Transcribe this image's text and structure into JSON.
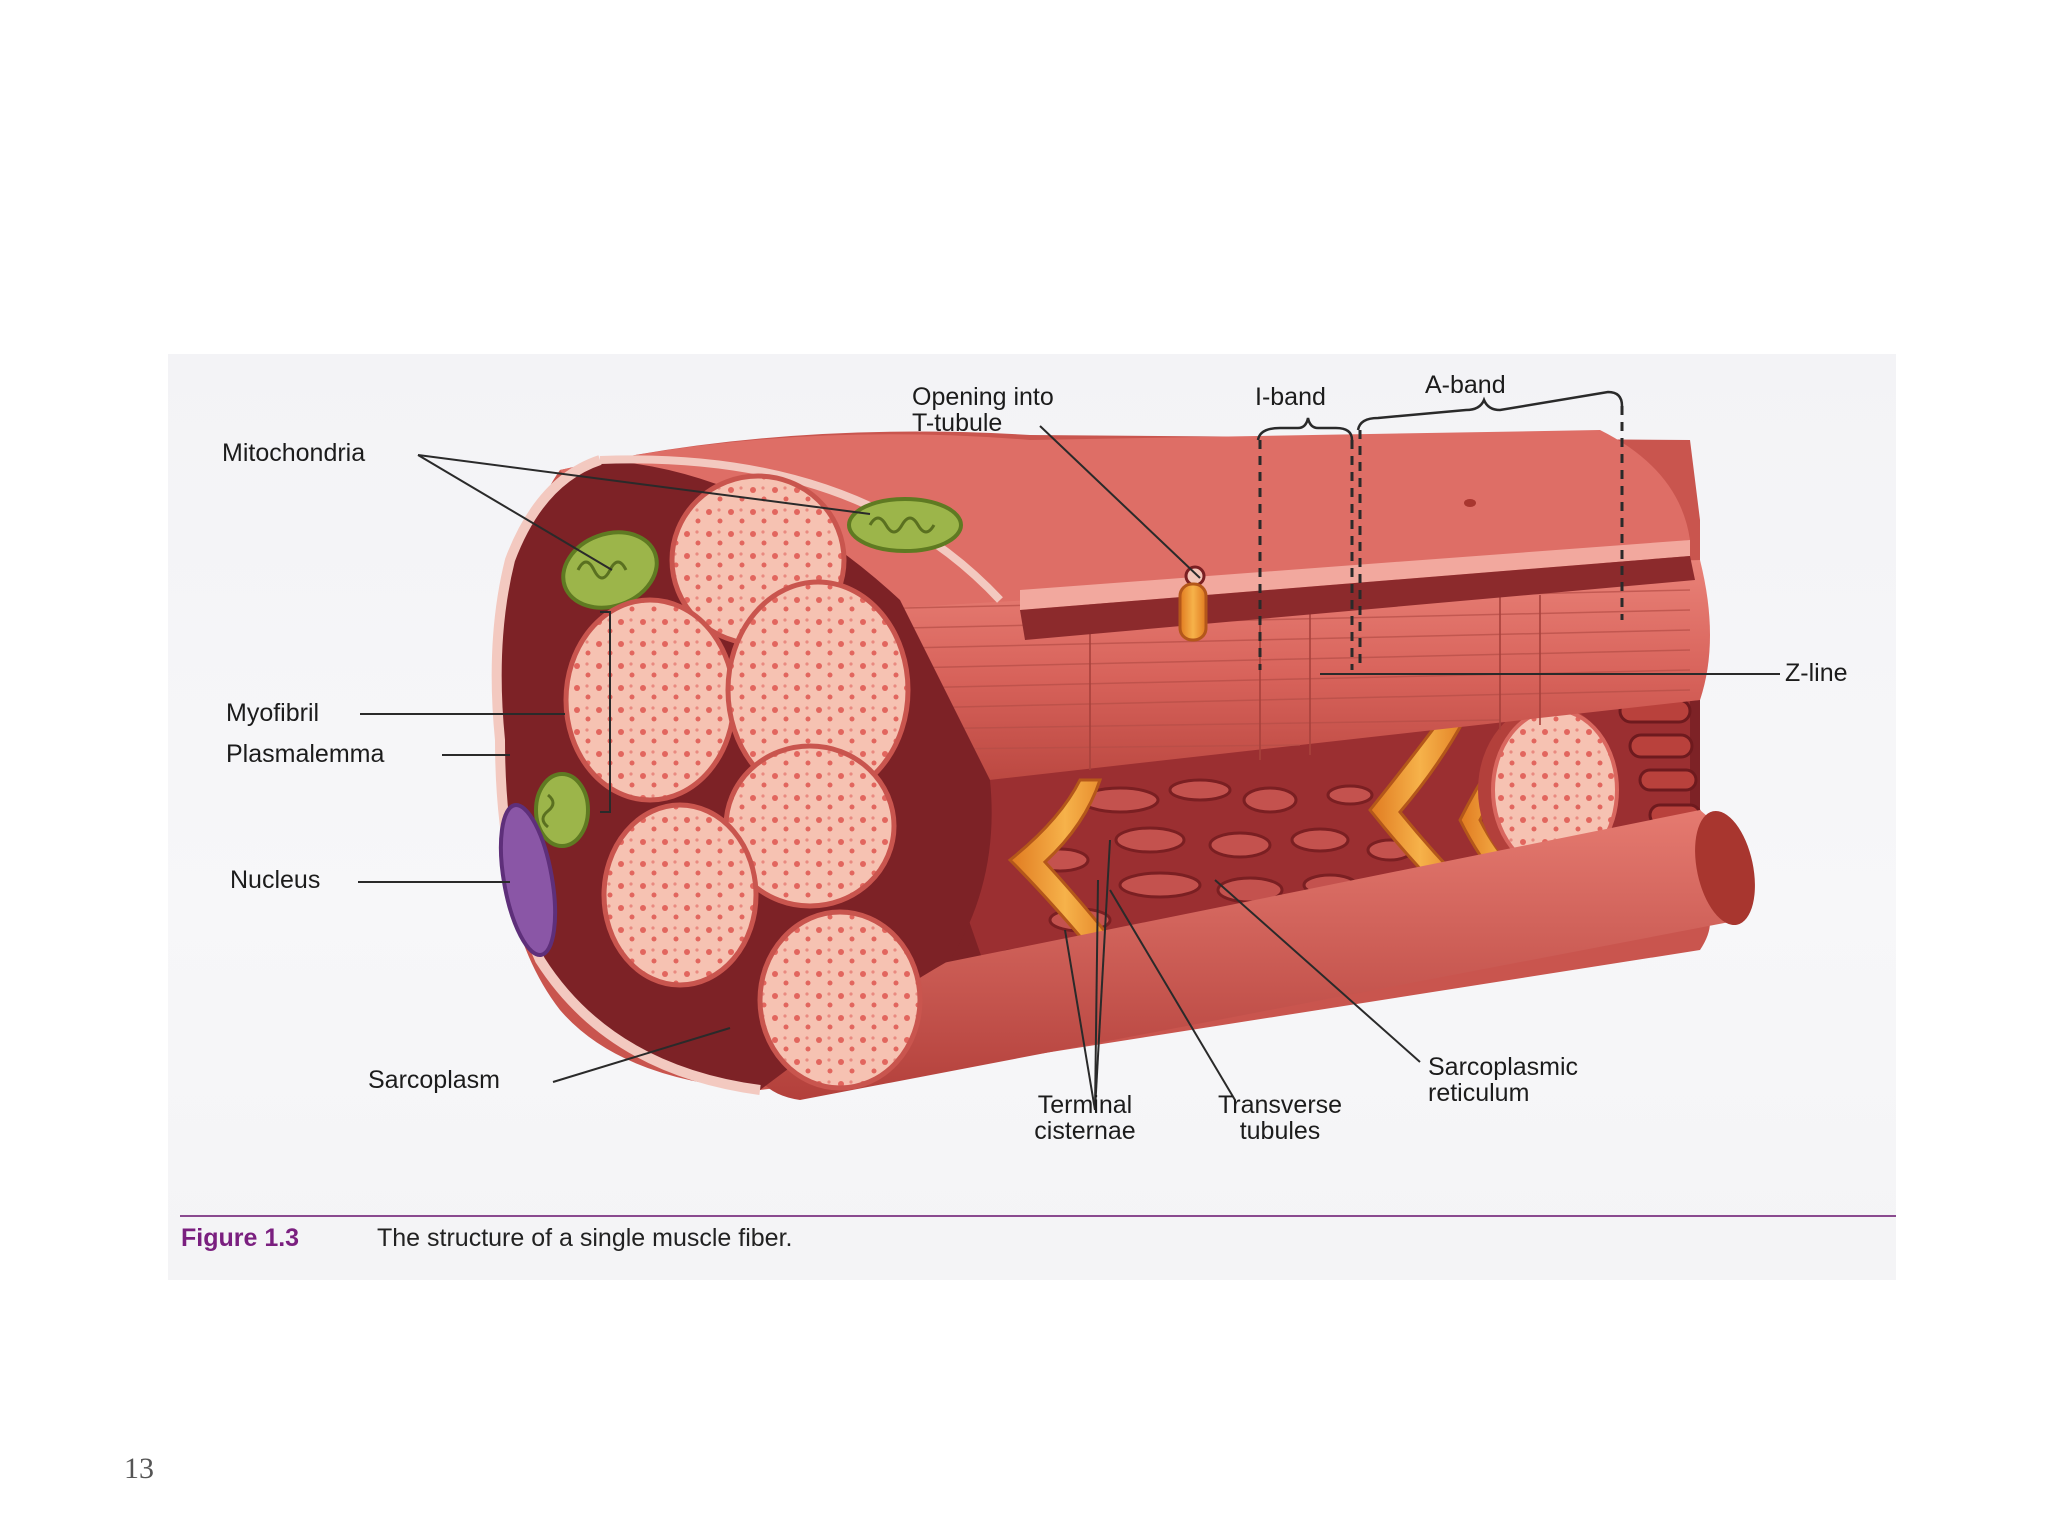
{
  "diagram": {
    "labels": {
      "mitochondria": "Mitochondria",
      "myofibril": "Myofibril",
      "plasmalemma": "Plasmalemma",
      "nucleus": "Nucleus",
      "sarcoplasm": "Sarcoplasm",
      "opening_t_tubule_line1": "Opening into",
      "opening_t_tubule_line2": "T-tubule",
      "i_band": "I-band",
      "a_band": "A-band",
      "z_line": "Z-line",
      "terminal_cisternae_line1": "Terminal",
      "terminal_cisternae_line2": "cisternae",
      "transverse_tubules_line1": "Transverse",
      "transverse_tubules_line2": "tubules",
      "sarcoplasmic_reticulum_line1": "Sarcoplasmic",
      "sarcoplasmic_reticulum_line2": "reticulum"
    },
    "caption": {
      "number": "Figure 1.3",
      "text": "The structure of a single muscle fiber."
    }
  },
  "page_number": "13",
  "colors": {
    "muscle": "#d9675f",
    "muscle_dark": "#a83a35",
    "myofibril_face": "#f6c2b2",
    "myofibril_dots": "#e2665e",
    "mitochondria": "#9cb54a",
    "nucleus": "#8a56a6",
    "t_tubule": "#f0a030",
    "sr_network": "#8c2a2c",
    "caption_accent": "#7a1f7f"
  }
}
